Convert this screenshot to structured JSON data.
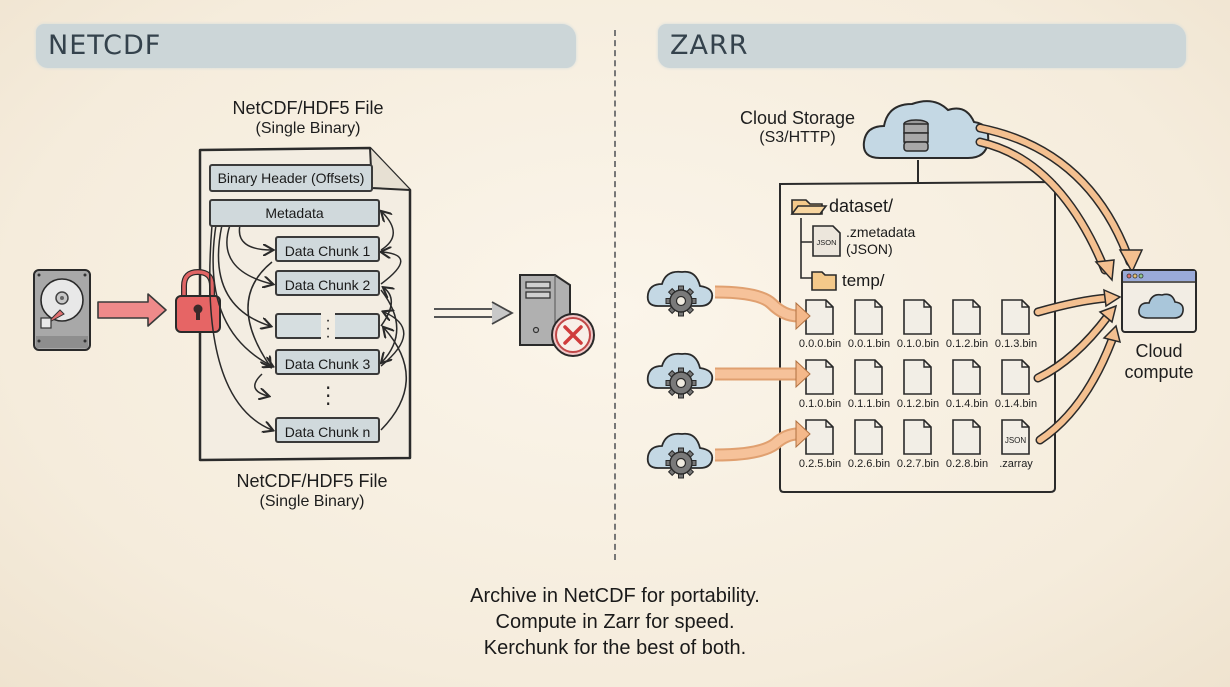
{
  "left_panel": {
    "heading": "NETCDF",
    "file_title_top": "NetCDF/HDF5 File",
    "file_subtitle_top": "(Single Binary)",
    "file_title_bottom": "NetCDF/HDF5 File",
    "file_subtitle_bottom": "(Single Binary)",
    "blocks": {
      "header": "Binary Header (Offsets)",
      "metadata": "Metadata",
      "chunk1": "Data Chunk 1",
      "chunk2": "Data Chunk 2",
      "chunk3": "Data Chunk 3",
      "chunkn": "Data Chunk n"
    },
    "icons": [
      "hard-drive-icon",
      "padlock-icon",
      "server-icon",
      "clock-error-icon"
    ],
    "colors": {
      "lock": "#e05a5a",
      "arrow": "#e87c7c",
      "block": "#d0d9dc"
    }
  },
  "right_panel": {
    "heading": "ZARR",
    "cloud_storage_title": "Cloud Storage",
    "cloud_storage_sub": "(S3/HTTP)",
    "tree": {
      "root": "dataset/",
      "metadata_file": ".zmetadata",
      "metadata_type": "(JSON)",
      "json_badge": "JSON",
      "subfolder": "temp/"
    },
    "chunk_rows": [
      [
        "0.0.0.bin",
        "0.0.1.bin",
        "0.1.0.bin",
        "0.1.2.bin",
        "0.1.3.bin"
      ],
      [
        "0.1.0.bin",
        "0.1.1.bin",
        "0.1.2.bin",
        "0.1.4.bin",
        "0.1.4.bin"
      ],
      [
        "0.2.5.bin",
        "0.2.6.bin",
        "0.2.7.bin",
        "0.2.8.bin",
        ".zarray"
      ]
    ],
    "zarray_badge": "JSON",
    "compute_title": "Cloud",
    "compute_sub": "compute",
    "icons": [
      "cloud-database-icon",
      "cloud-gear-icon",
      "folder-icon",
      "file-icon",
      "browser-cloud-icon"
    ],
    "colors": {
      "arrow": "#f2b98a",
      "cloud": "#bcd3e0",
      "folder": "#f4c98a"
    }
  },
  "footer": {
    "line1": "Archive in NetCDF for portability.",
    "line2": "Compute in Zarr for speed.",
    "line3": "Kerchunk for the best of both."
  }
}
